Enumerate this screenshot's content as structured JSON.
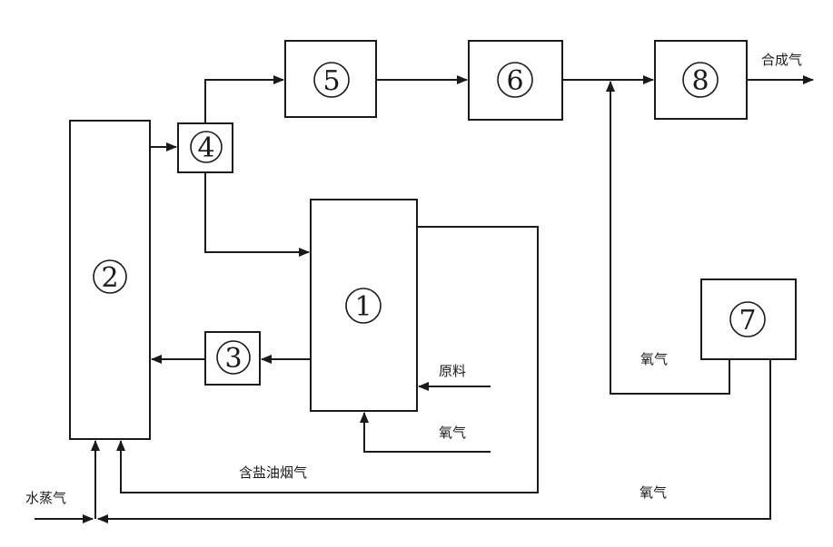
{
  "diagram": {
    "units": [
      {
        "id": "unit-1",
        "label": "1"
      },
      {
        "id": "unit-2",
        "label": "2"
      },
      {
        "id": "unit-3",
        "label": "3"
      },
      {
        "id": "unit-4",
        "label": "4"
      },
      {
        "id": "unit-5",
        "label": "5"
      },
      {
        "id": "unit-6",
        "label": "6"
      },
      {
        "id": "unit-7",
        "label": "7"
      },
      {
        "id": "unit-8",
        "label": "8"
      }
    ],
    "streams": {
      "syngas_out": "合成气",
      "feedstock": "原料",
      "oxygen_to_unit1": "氧气",
      "oxygen_from_unit7_up": "氧气",
      "oxygen_from_unit7_bottom": "氧气",
      "high_salt_flue_gas": "含盐油烟气",
      "steam": "水蒸气"
    },
    "colors": {
      "stroke": "#1a1a1a",
      "background": "#ffffff"
    }
  }
}
